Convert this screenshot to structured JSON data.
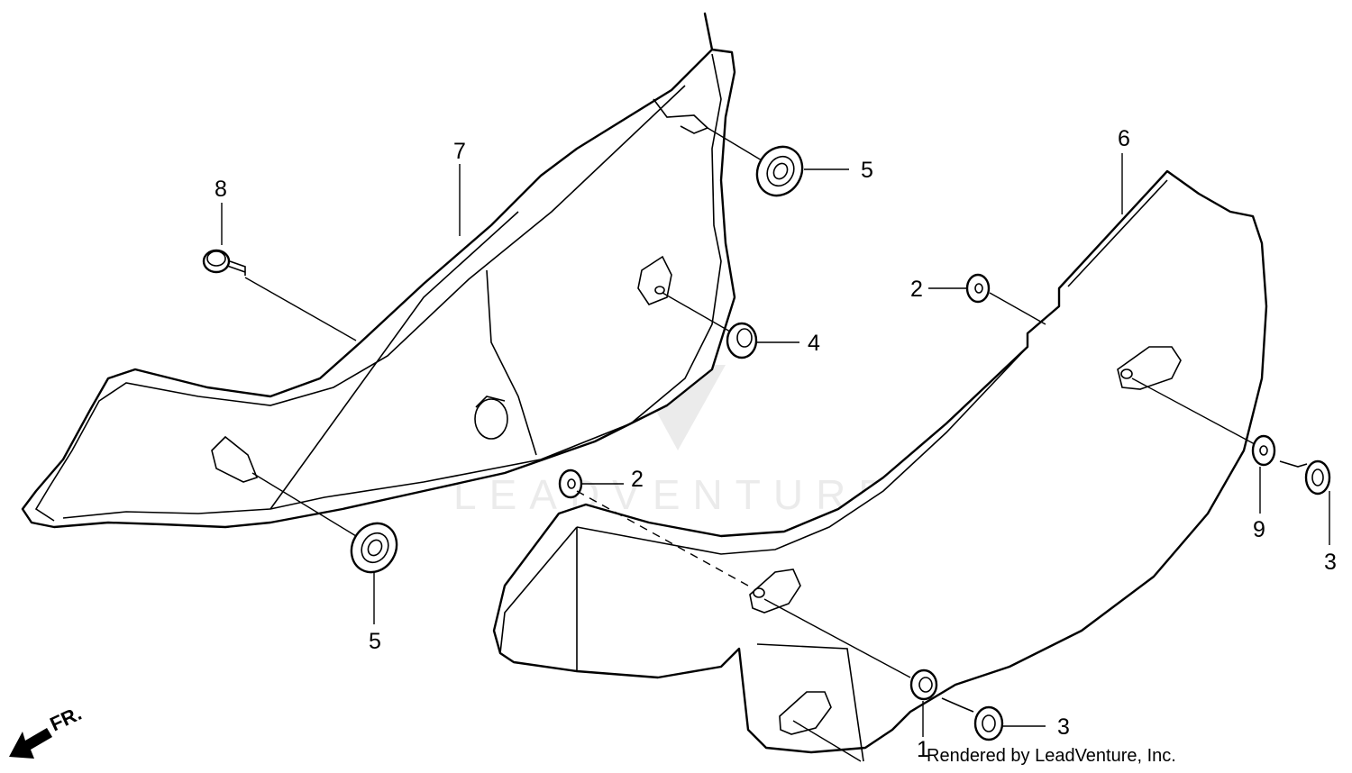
{
  "callouts": [
    {
      "id": "c8",
      "label": "8"
    },
    {
      "id": "c7",
      "label": "7"
    },
    {
      "id": "c5a",
      "label": "5"
    },
    {
      "id": "c4",
      "label": "4"
    },
    {
      "id": "c2a",
      "label": "2"
    },
    {
      "id": "c2b",
      "label": "2"
    },
    {
      "id": "c5b",
      "label": "5"
    },
    {
      "id": "c6",
      "label": "6"
    },
    {
      "id": "c9",
      "label": "9"
    },
    {
      "id": "c3a",
      "label": "3"
    },
    {
      "id": "c3b",
      "label": "3"
    },
    {
      "id": "c1",
      "label": "1"
    }
  ],
  "front_indicator": "FR.",
  "watermark": "LEADVENTURE",
  "credit": "Rendered by LeadVenture, Inc."
}
